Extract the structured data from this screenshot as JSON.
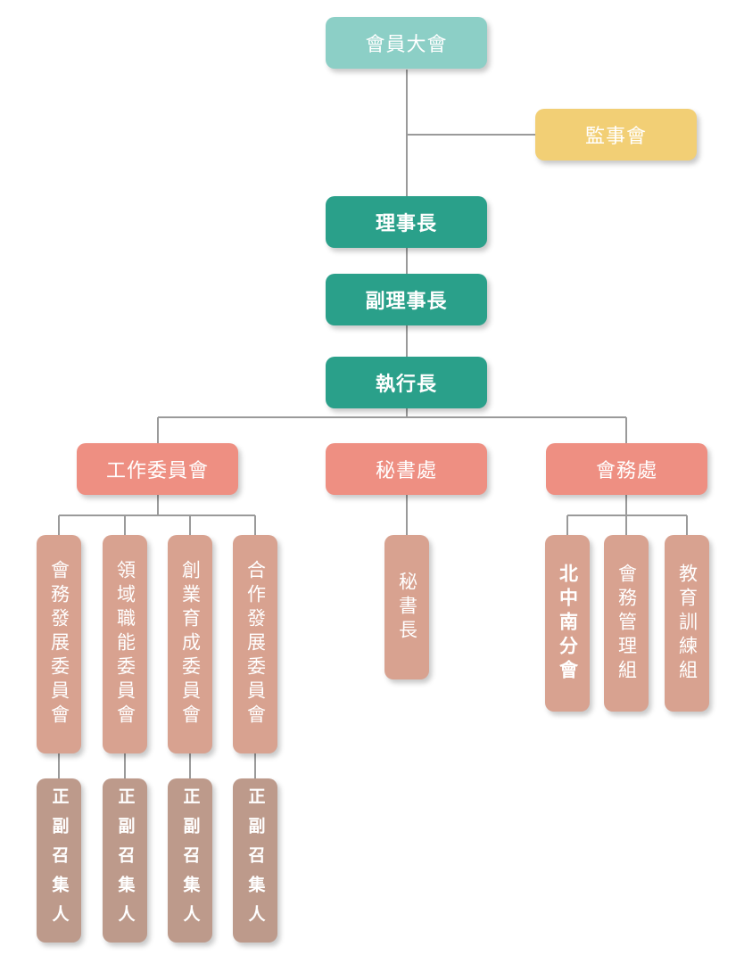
{
  "org_chart": {
    "general_assembly": "會員大會",
    "supervisors": "監事會",
    "chairman": "理事長",
    "vice_chairman": "副理事長",
    "ceo": "執行長",
    "divisions": {
      "working_committees": "工作委員會",
      "secretariat": "秘書處",
      "member_affairs": "會務處"
    },
    "committees": [
      "會務發展委員會",
      "領域職能委員會",
      "創業育成委員會",
      "合作發展委員會"
    ],
    "convener_label": "正副召集人",
    "secretary_general": "秘書長",
    "affairs_units": [
      "北中南分會",
      "會務管理組",
      "教育訓練組"
    ]
  },
  "colors": {
    "assembly": "#8ccfc6",
    "leadership": "#2aa08a",
    "supervisors": "#f2cf75",
    "division": "#ee8f82",
    "committee": "#d8a290",
    "convener": "#bd9a8b",
    "connector": "#9a9a9a"
  }
}
